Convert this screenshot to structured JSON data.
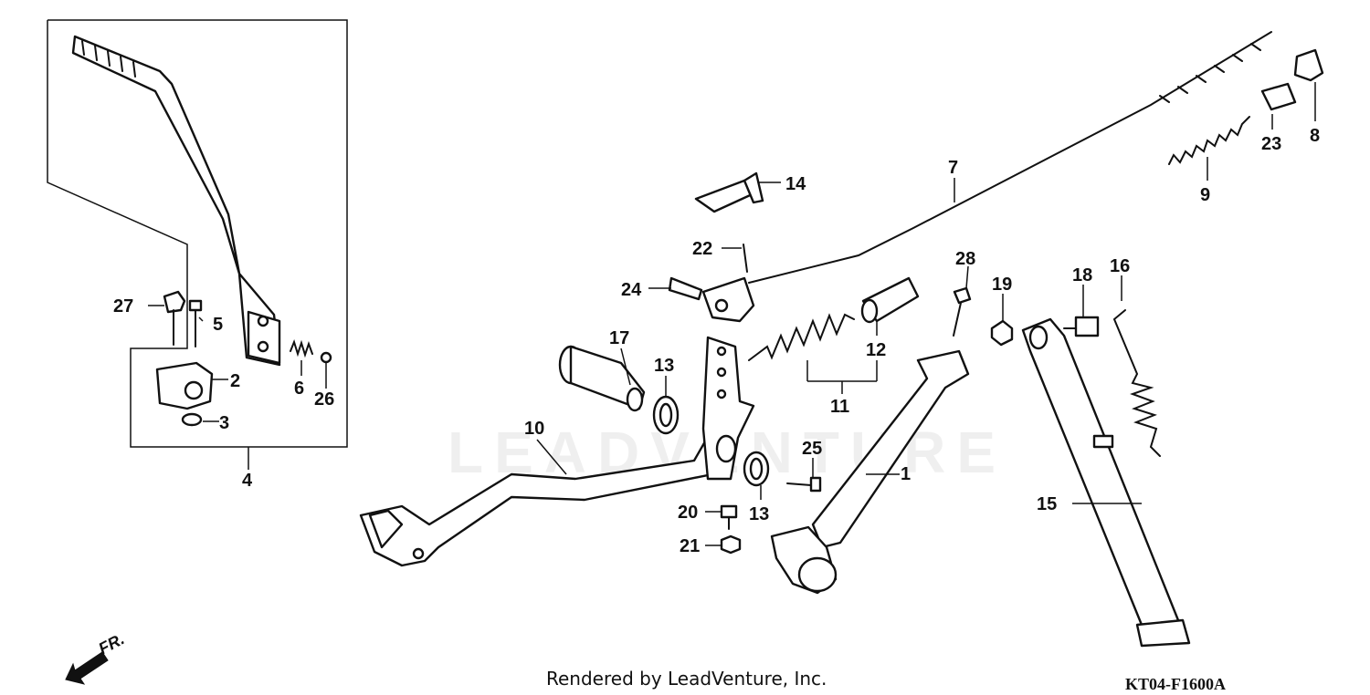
{
  "callouts": {
    "p1": "1",
    "p2": "2",
    "p3": "3",
    "p4": "4",
    "p5": "5",
    "p6": "6",
    "p7": "7",
    "p8": "8",
    "p9": "9",
    "p10": "10",
    "p11": "11",
    "p12": "12",
    "p13a": "13",
    "p13b": "13",
    "p14": "14",
    "p15": "15",
    "p16": "16",
    "p17": "17",
    "p18": "18",
    "p19": "19",
    "p20": "20",
    "p21": "21",
    "p22": "22",
    "p23": "23",
    "p24": "24",
    "p25": "25",
    "p26": "26",
    "p27": "27",
    "p28": "28"
  },
  "footer": {
    "credit": "Rendered by LeadVenture, Inc.",
    "diagram_code": "KT04-F1600A"
  },
  "direction_indicator": {
    "label": "FR.",
    "icon": "front-arrow-icon"
  },
  "watermark": "LEADVENTURE"
}
